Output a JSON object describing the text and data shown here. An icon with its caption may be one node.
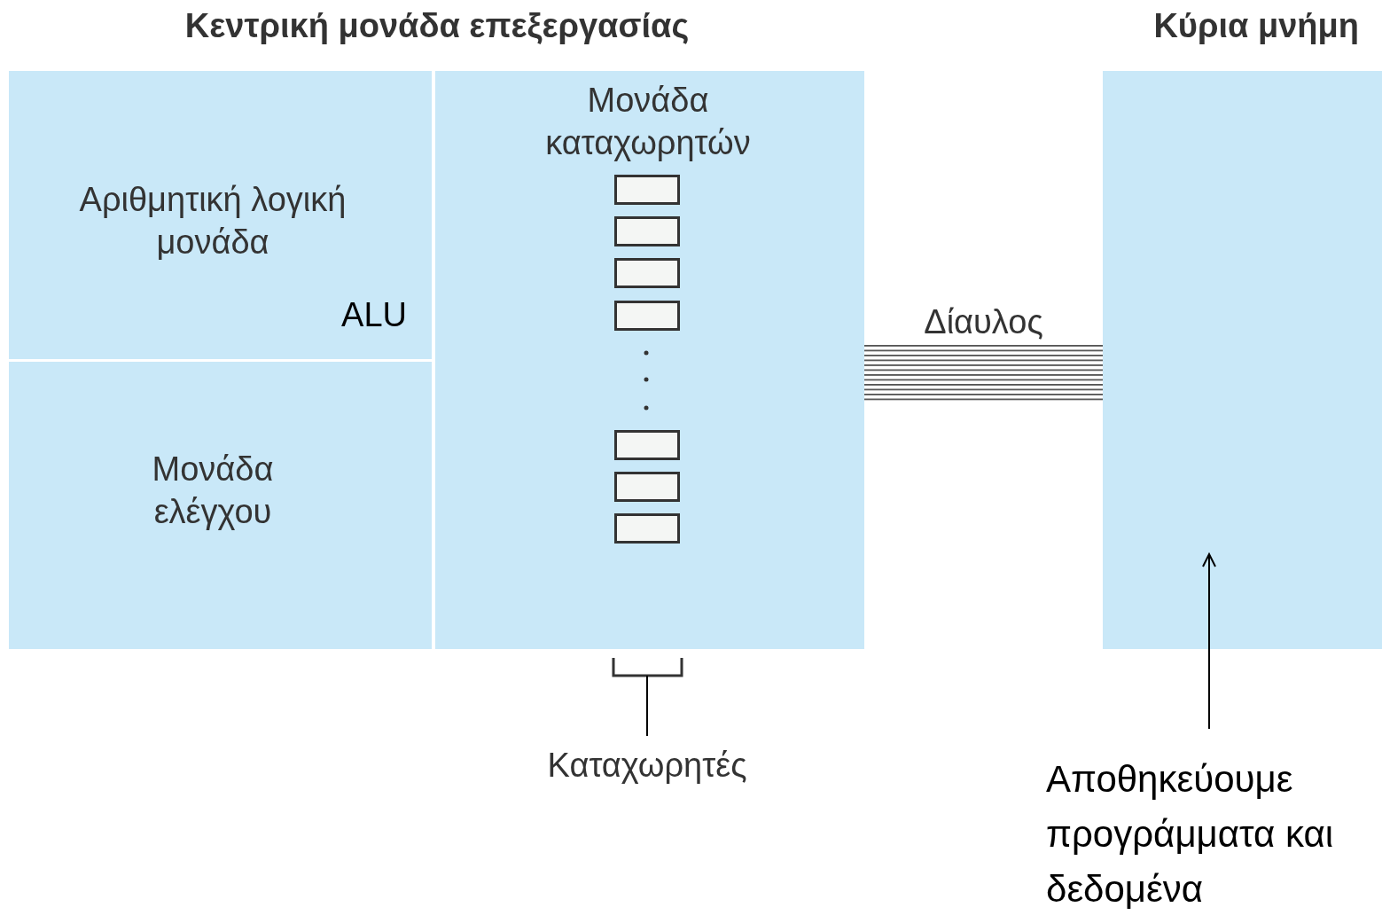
{
  "diagram": {
    "nodes": [
      {
        "text": [
          "Κεντρική μονάδα επεξεργασίας"
        ]
      },
      {
        "text": [
          "Αριθμητική λογική μονάδα",
          "ALU"
        ],
        "in": 0
      },
      {
        "text": [
          "Μονάδα ελέγχου"
        ],
        "in": 0
      },
      {
        "text": [
          "Μονάδα καταχωρητών"
        ],
        "in": 0
      },
      {
        "text": [],
        "shape": "box",
        "in": 3
      },
      {
        "text": [],
        "shape": "box",
        "in": 3
      },
      {
        "text": [],
        "shape": "box",
        "in": 3
      },
      {
        "text": [],
        "shape": "box",
        "in": 3
      },
      {
        "text": [],
        "shape": "box",
        "in": 3
      },
      {
        "text": [],
        "shape": "box",
        "in": 3
      },
      {
        "text": [],
        "shape": "box",
        "in": 3
      },
      {
        "text": [
          "Κύρια μνήμη"
        ]
      },
      {
        "text": [
          "Καταχωρητές"
        ]
      },
      {
        "text": [
          "Αποθηκεύουμε προγράμματα και δεδομένα"
        ]
      }
    ],
    "edges": [
      {
        "from": 3,
        "to": 11,
        "arrow": "none",
        "label": "Δίαυλος",
        "style": "thick"
      },
      {
        "from": 12,
        "to": 3,
        "arrow": "none"
      },
      {
        "from": 13,
        "to": 11,
        "arrow": "to"
      }
    ]
  }
}
